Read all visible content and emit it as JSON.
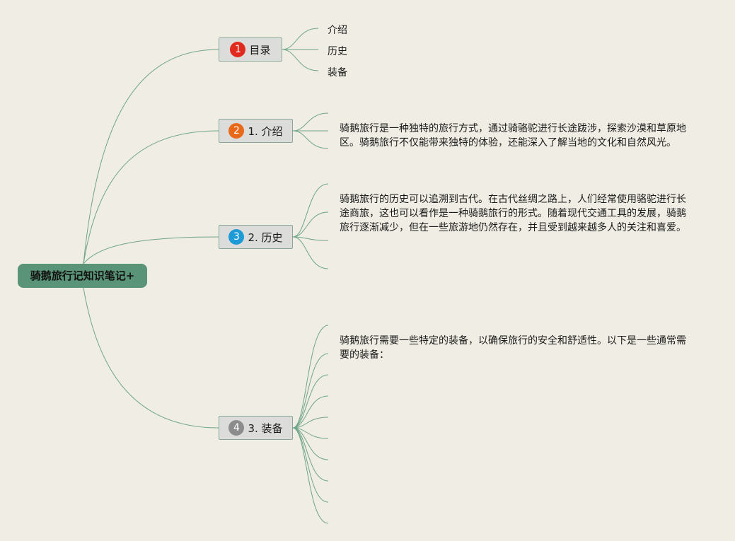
{
  "root": {
    "label": "骑鹅旅行记知识笔记+"
  },
  "topics": [
    {
      "number": "1",
      "label": "目录",
      "badge_color": "#e02a1d"
    },
    {
      "number": "2",
      "label": "1. 介绍",
      "badge_color": "#e8691a"
    },
    {
      "number": "3",
      "label": "2. 历史",
      "badge_color": "#1e9ad6"
    },
    {
      "number": "4",
      "label": "3. 装备",
      "badge_color": "#8c8c8c"
    }
  ],
  "toc_items": [
    "介绍",
    "历史",
    "装备"
  ],
  "paragraphs": {
    "intro": "骑鹅旅行是一种独特的旅行方式，通过骑骆驼进行长途跋涉，探索沙漠和草原地区。骑鹅旅行不仅能带来独特的体验，还能深入了解当地的文化和自然风光。",
    "history": "骑鹅旅行的历史可以追溯到古代。在古代丝绸之路上，人们经常使用骆驼进行长途商旅，这也可以看作是一种骑鹅旅行的形式。随着现代交通工具的发展，骑鹅旅行逐渐减少，但在一些旅游地仍然存在，并且受到越来越多人的关注和喜爱。",
    "equipment": "骑鹅旅行需要一些特定的装备，以确保旅行的安全和舒适性。以下是一些通常需要的装备："
  },
  "colors": {
    "line": "#6fa58a",
    "root_bg": "#5a9478",
    "background": "#f0ede4"
  }
}
